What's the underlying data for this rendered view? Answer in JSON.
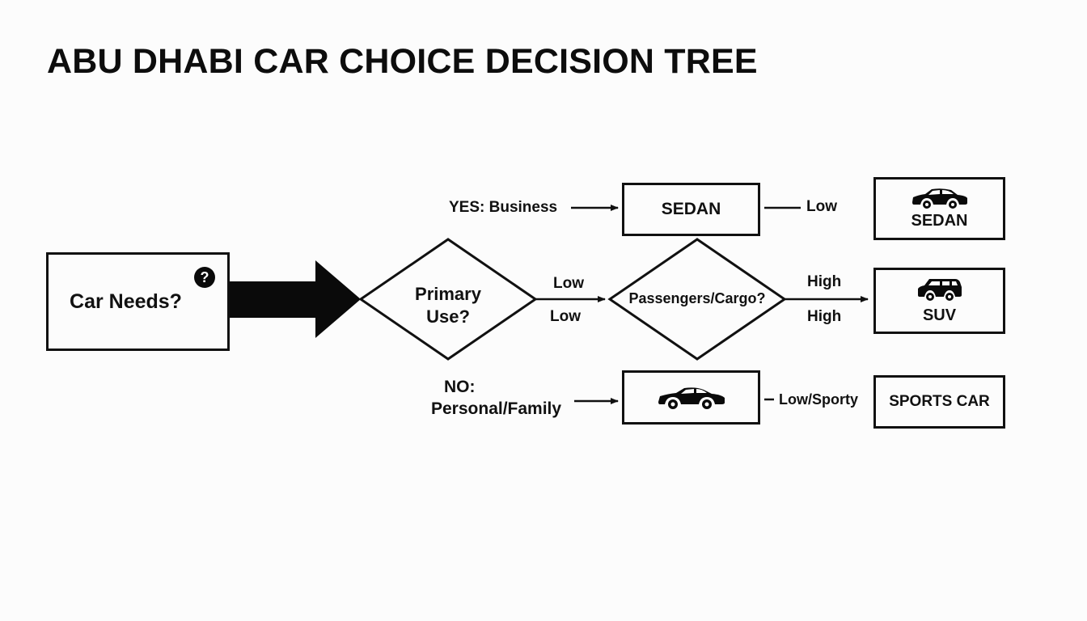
{
  "title": "ABU DHABI CAR CHOICE DECISION TREE",
  "nodes": {
    "start": "Car Needs?",
    "primary_use": "Primary Use?",
    "passengers": "Passengers/Cargo?",
    "sedan_mid": "SEDAN",
    "sedan_out": "SEDAN",
    "suv_out": "SUV",
    "sports_out": "SPORTS CAR"
  },
  "edges": {
    "yes_business": "YES: Business",
    "no_line1": "NO:",
    "no_line2": "Personal/Family",
    "low_top": "Low",
    "low_bottom": "Low",
    "high_top": "High",
    "high_bottom": "High",
    "sedan_low": "Low",
    "sporty": "Low/Sporty"
  },
  "icons": {
    "question": "question-circle-icon",
    "sedan": "sedan-car-icon",
    "suv": "suv-icon",
    "sports": "sports-car-icon"
  }
}
